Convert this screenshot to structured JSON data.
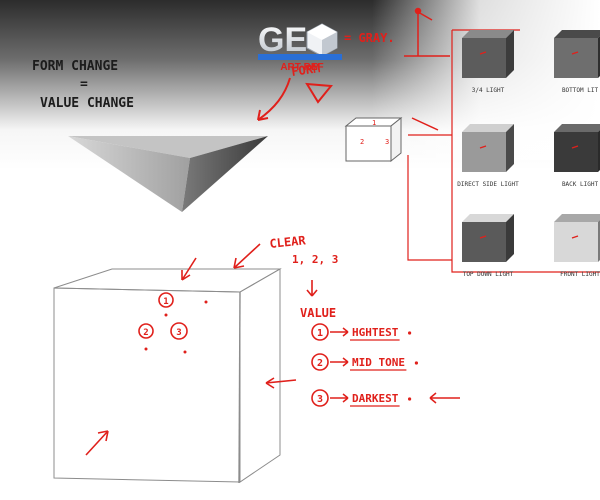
{
  "colors": {
    "ink": "#1c1c1c",
    "annotation": "#e0201b",
    "sketch": "#8c8c8c",
    "logo_gray": "#d9dde3",
    "logo_blue": "#2a6fd6"
  },
  "logo": {
    "letters": "GE",
    "subtitle": "ART REF",
    "note": "= GRAY."
  },
  "headline": {
    "line1": "FORM CHANGE",
    "line2": "=",
    "line3": "VALUE CHANGE"
  },
  "notes": {
    "form": "FORM",
    "clear": "CLEAR",
    "sequence": "1, 2, 3",
    "value": "VALUE"
  },
  "cube_faces": {
    "top": "1",
    "left": "2",
    "right": "3"
  },
  "value_scale": [
    {
      "number": "1",
      "label": "HGHTEST"
    },
    {
      "number": "2",
      "label": "MID TONE"
    },
    {
      "number": "3",
      "label": "DARKEST"
    }
  ],
  "small_cube_faces": {
    "top": "1",
    "left": "2",
    "right": "3"
  },
  "lighting_grid": [
    {
      "caption": "3/4 LIGHT"
    },
    {
      "caption": "BOTTOM LIT"
    },
    {
      "caption": "DIRECT SIDE LIGHT"
    },
    {
      "caption": "BACK LIGHT"
    },
    {
      "caption": "TOP DOWN LIGHT"
    },
    {
      "caption": "FRONT LIGHT"
    }
  ]
}
